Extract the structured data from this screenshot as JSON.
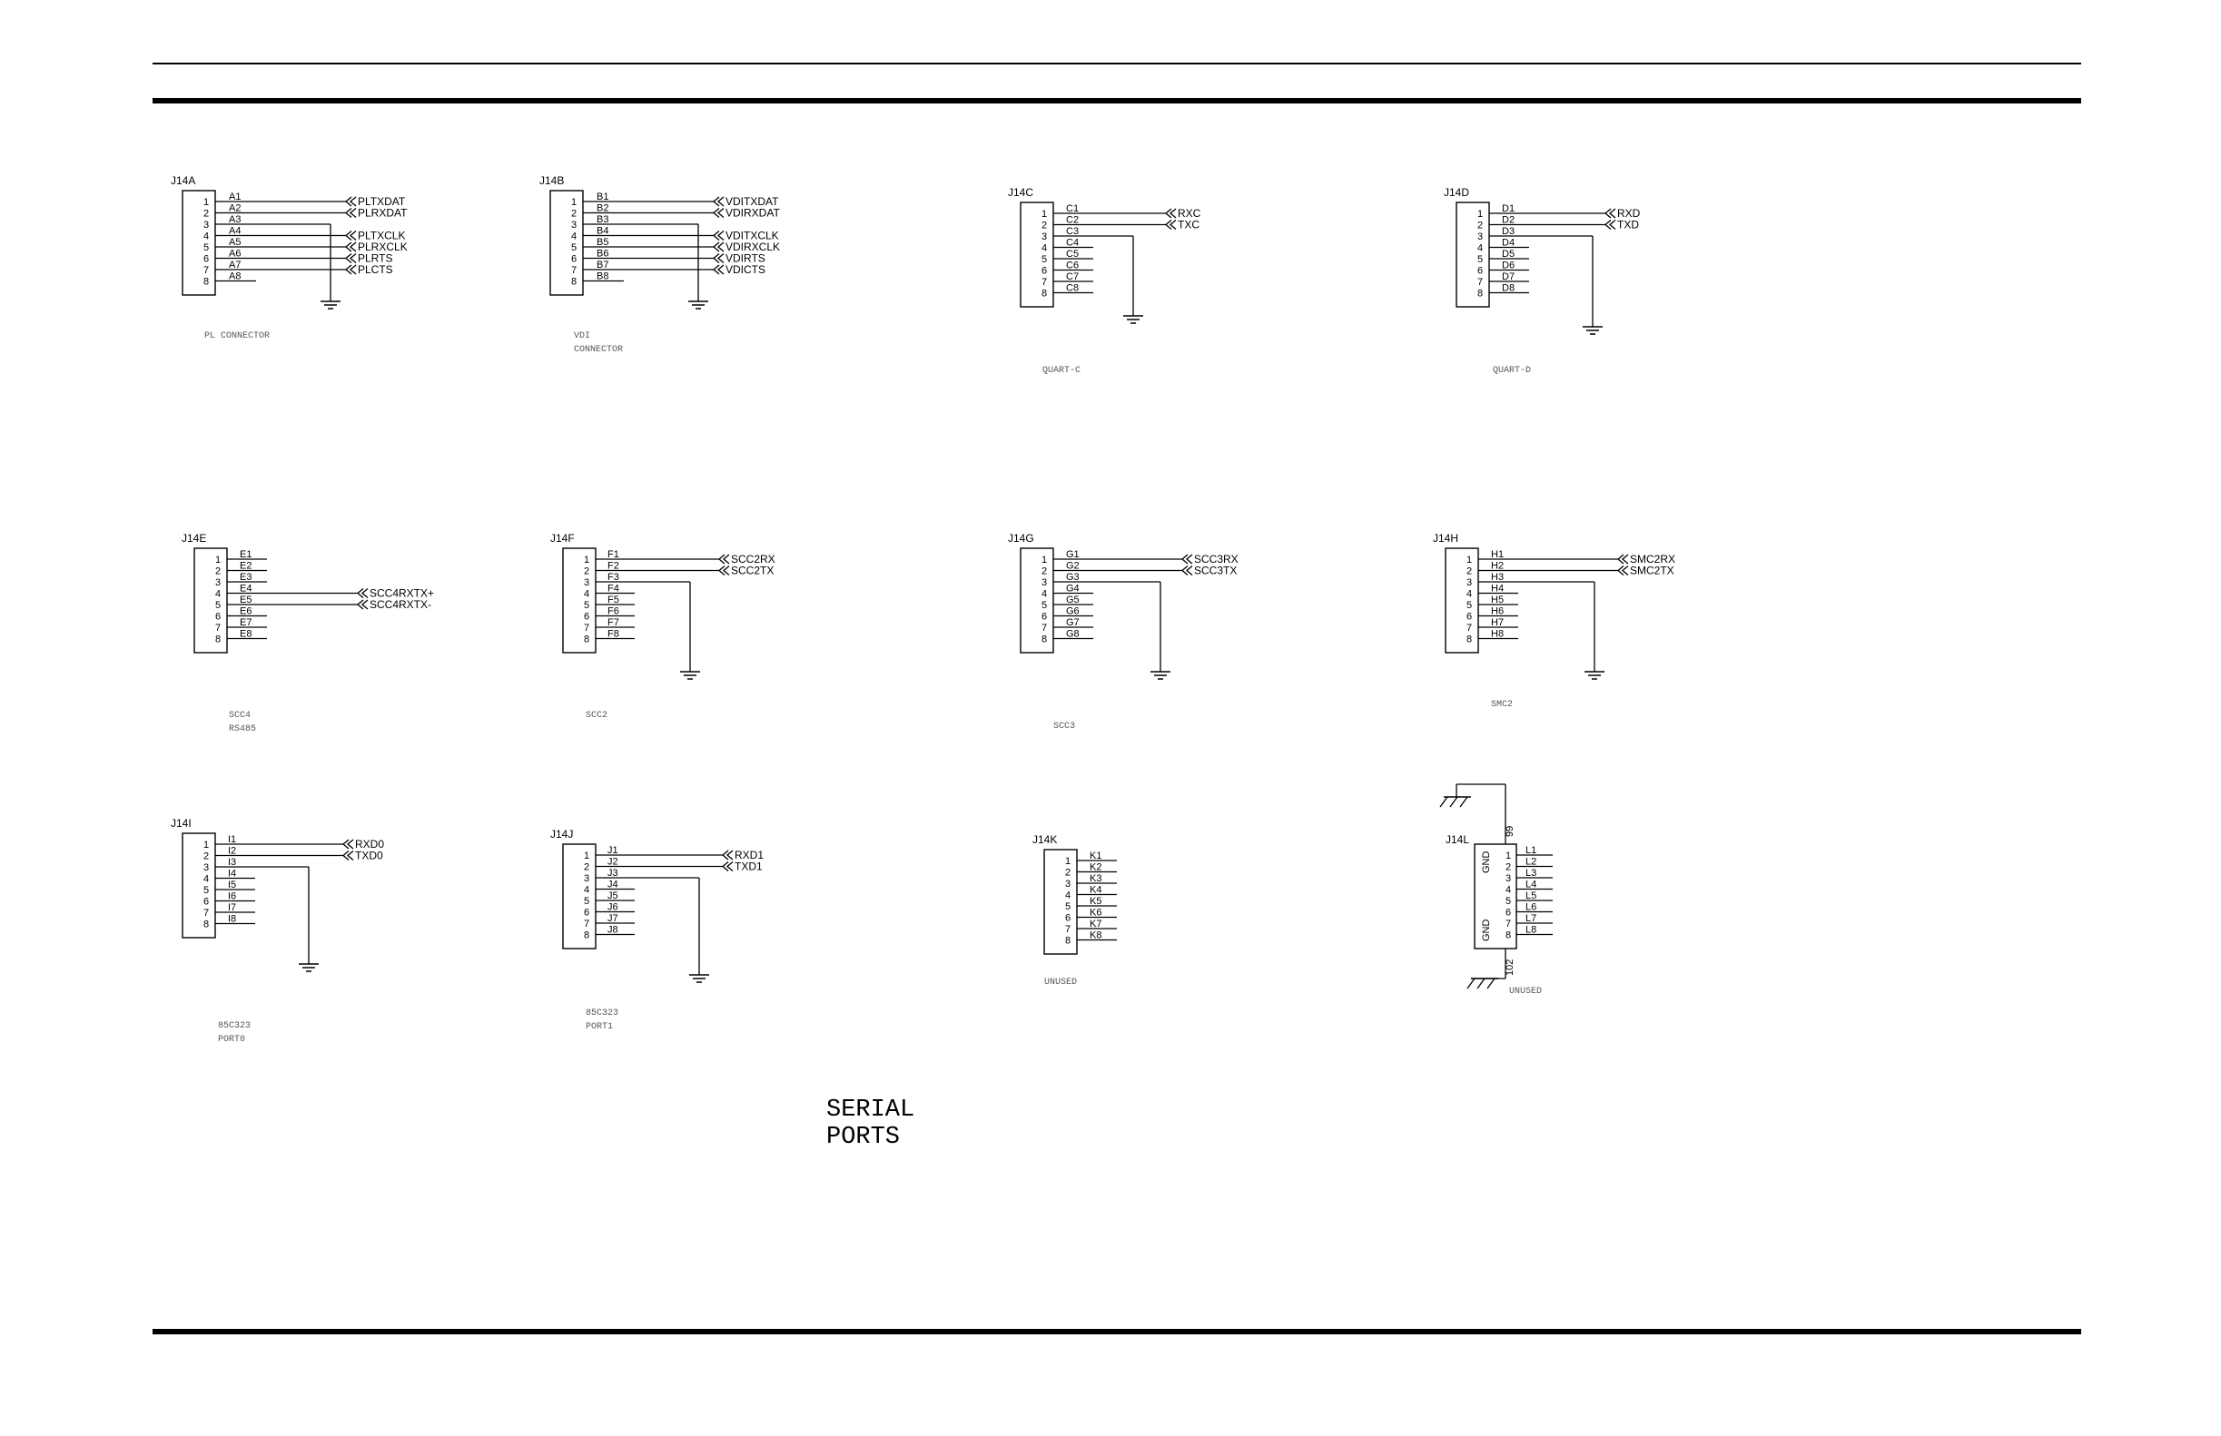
{
  "title": {
    "line1": "SERIAL",
    "line2": "PORTS"
  },
  "connectors": [
    {
      "ref": "J14A",
      "pins": [
        "A1",
        "A2",
        "A3",
        "A4",
        "A5",
        "A6",
        "A7",
        "A8"
      ],
      "signals": [
        {
          "pin": 1,
          "label": "PLTXDAT"
        },
        {
          "pin": 2,
          "label": "PLRXDAT"
        },
        {
          "pin": 4,
          "label": "PLTXCLK"
        },
        {
          "pin": 5,
          "label": "PLRXCLK"
        },
        {
          "pin": 6,
          "label": "PLRTS"
        },
        {
          "pin": 7,
          "label": "PLCTS"
        }
      ],
      "ground_pin": 3,
      "caption": [
        "PL CONNECTOR"
      ]
    },
    {
      "ref": "J14B",
      "pins": [
        "B1",
        "B2",
        "B3",
        "B4",
        "B5",
        "B6",
        "B7",
        "B8"
      ],
      "signals": [
        {
          "pin": 1,
          "label": "VDITXDAT"
        },
        {
          "pin": 2,
          "label": "VDIRXDAT"
        },
        {
          "pin": 4,
          "label": "VDITXCLK"
        },
        {
          "pin": 5,
          "label": "VDIRXCLK"
        },
        {
          "pin": 6,
          "label": "VDIRTS"
        },
        {
          "pin": 7,
          "label": "VDICTS"
        }
      ],
      "ground_pin": 3,
      "caption": [
        "VDI",
        "CONNECTOR"
      ]
    },
    {
      "ref": "J14C",
      "pins": [
        "C1",
        "C2",
        "C3",
        "C4",
        "C5",
        "C6",
        "C7",
        "C8"
      ],
      "signals": [
        {
          "pin": 1,
          "label": "RXC"
        },
        {
          "pin": 2,
          "label": "TXC"
        }
      ],
      "ground_pin": 3,
      "caption": [
        "QUART-C"
      ]
    },
    {
      "ref": "J14D",
      "pins": [
        "D1",
        "D2",
        "D3",
        "D4",
        "D5",
        "D6",
        "D7",
        "D8"
      ],
      "signals": [
        {
          "pin": 1,
          "label": "RXD"
        },
        {
          "pin": 2,
          "label": "TXD"
        }
      ],
      "ground_pin": 3,
      "caption": [
        "QUART-D"
      ]
    },
    {
      "ref": "J14E",
      "pins": [
        "E1",
        "E2",
        "E3",
        "E4",
        "E5",
        "E6",
        "E7",
        "E8"
      ],
      "signals": [
        {
          "pin": 4,
          "label": "SCC4RXTX+"
        },
        {
          "pin": 5,
          "label": "SCC4RXTX-"
        }
      ],
      "ground_pin": null,
      "caption": [
        "SCC4",
        "RS485"
      ]
    },
    {
      "ref": "J14F",
      "pins": [
        "F1",
        "F2",
        "F3",
        "F4",
        "F5",
        "F6",
        "F7",
        "F8"
      ],
      "signals": [
        {
          "pin": 1,
          "label": "SCC2RX"
        },
        {
          "pin": 2,
          "label": "SCC2TX"
        }
      ],
      "ground_pin": 3,
      "caption": [
        "SCC2"
      ]
    },
    {
      "ref": "J14G",
      "pins": [
        "G1",
        "G2",
        "G3",
        "G4",
        "G5",
        "G6",
        "G7",
        "G8"
      ],
      "signals": [
        {
          "pin": 1,
          "label": "SCC3RX"
        },
        {
          "pin": 2,
          "label": "SCC3TX"
        }
      ],
      "ground_pin": 3,
      "caption": [
        "SCC3"
      ]
    },
    {
      "ref": "J14H",
      "pins": [
        "H1",
        "H2",
        "H3",
        "H4",
        "H5",
        "H6",
        "H7",
        "H8"
      ],
      "signals": [
        {
          "pin": 1,
          "label": "SMC2RX"
        },
        {
          "pin": 2,
          "label": "SMC2TX"
        }
      ],
      "ground_pin": 3,
      "caption": [
        "SMC2"
      ]
    },
    {
      "ref": "J14I",
      "pins": [
        "I1",
        "I2",
        "I3",
        "I4",
        "I5",
        "I6",
        "I7",
        "I8"
      ],
      "signals": [
        {
          "pin": 1,
          "label": "RXD0"
        },
        {
          "pin": 2,
          "label": "TXD0"
        }
      ],
      "ground_pin": 3,
      "caption": [
        "85C323",
        "PORT0"
      ]
    },
    {
      "ref": "J14J",
      "pins": [
        "J1",
        "J2",
        "J3",
        "J4",
        "J5",
        "J6",
        "J7",
        "J8"
      ],
      "signals": [
        {
          "pin": 1,
          "label": "RXD1"
        },
        {
          "pin": 2,
          "label": "TXD1"
        }
      ],
      "ground_pin": 3,
      "caption": [
        "85C323",
        "PORT1"
      ]
    },
    {
      "ref": "J14K",
      "pins": [
        "K1",
        "K2",
        "K3",
        "K4",
        "K5",
        "K6",
        "K7",
        "K8"
      ],
      "signals": [],
      "ground_pin": null,
      "caption": [
        "UNUSED"
      ]
    },
    {
      "ref": "J14L",
      "pins": [
        "L1",
        "L2",
        "L3",
        "L4",
        "L5",
        "L6",
        "L7",
        "L8"
      ],
      "signals": [],
      "ground_pin": null,
      "caption": [
        "UNUSED"
      ],
      "gnd_label": "GND",
      "gnd_pin_top": "99",
      "gnd_pin_bottom": "102"
    }
  ]
}
